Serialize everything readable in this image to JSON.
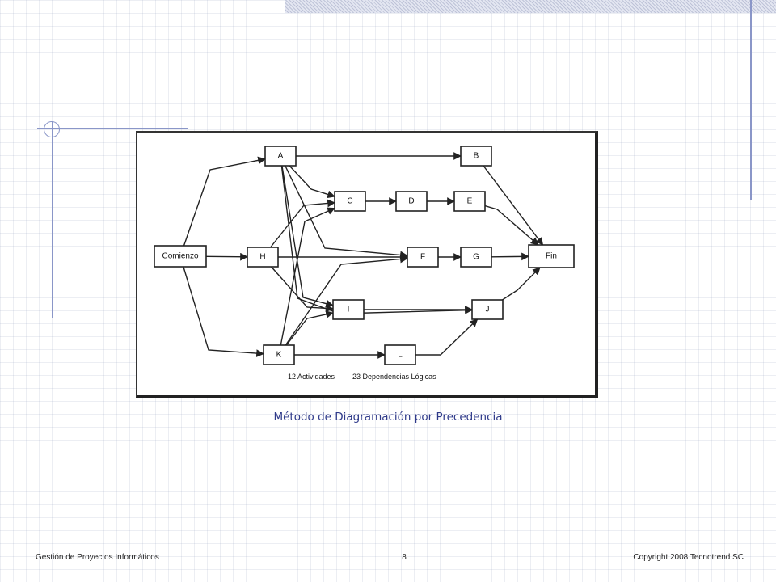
{
  "diagram": {
    "nodes": [
      {
        "id": "comienzo",
        "label": "Comienzo"
      },
      {
        "id": "a",
        "label": "A"
      },
      {
        "id": "b",
        "label": "B"
      },
      {
        "id": "c",
        "label": "C"
      },
      {
        "id": "d",
        "label": "D"
      },
      {
        "id": "e",
        "label": "E"
      },
      {
        "id": "h",
        "label": "H"
      },
      {
        "id": "f",
        "label": "F"
      },
      {
        "id": "g",
        "label": "G"
      },
      {
        "id": "fin",
        "label": "Fin"
      },
      {
        "id": "i",
        "label": "I"
      },
      {
        "id": "j",
        "label": "J"
      },
      {
        "id": "k",
        "label": "K"
      },
      {
        "id": "l",
        "label": "L"
      }
    ],
    "edges": [
      [
        "comienzo",
        "a"
      ],
      [
        "comienzo",
        "h"
      ],
      [
        "comienzo",
        "k"
      ],
      [
        "a",
        "b"
      ],
      [
        "a",
        "c"
      ],
      [
        "a",
        "f"
      ],
      [
        "a",
        "i"
      ],
      [
        "a",
        "j"
      ],
      [
        "h",
        "f"
      ],
      [
        "h",
        "i"
      ],
      [
        "h",
        "c"
      ],
      [
        "k",
        "c"
      ],
      [
        "k",
        "f"
      ],
      [
        "k",
        "i"
      ],
      [
        "k",
        "l"
      ],
      [
        "c",
        "d"
      ],
      [
        "d",
        "e"
      ],
      [
        "e",
        "fin"
      ],
      [
        "b",
        "fin"
      ],
      [
        "f",
        "g"
      ],
      [
        "g",
        "fin"
      ],
      [
        "i",
        "j"
      ],
      [
        "l",
        "j"
      ],
      [
        "j",
        "fin"
      ]
    ],
    "legend_activities": "12 Actividades",
    "legend_dependencies": "23 Dependencias Lógicas"
  },
  "caption": "Método de Diagramación por Precedencia",
  "footer": {
    "left": "Gestión de Proyectos Informáticos",
    "page": "8",
    "right": "Copyright  2008 Tecnotrend SC"
  },
  "colors": {
    "accent": "#8a96c8",
    "caption": "#2f3a8a"
  }
}
